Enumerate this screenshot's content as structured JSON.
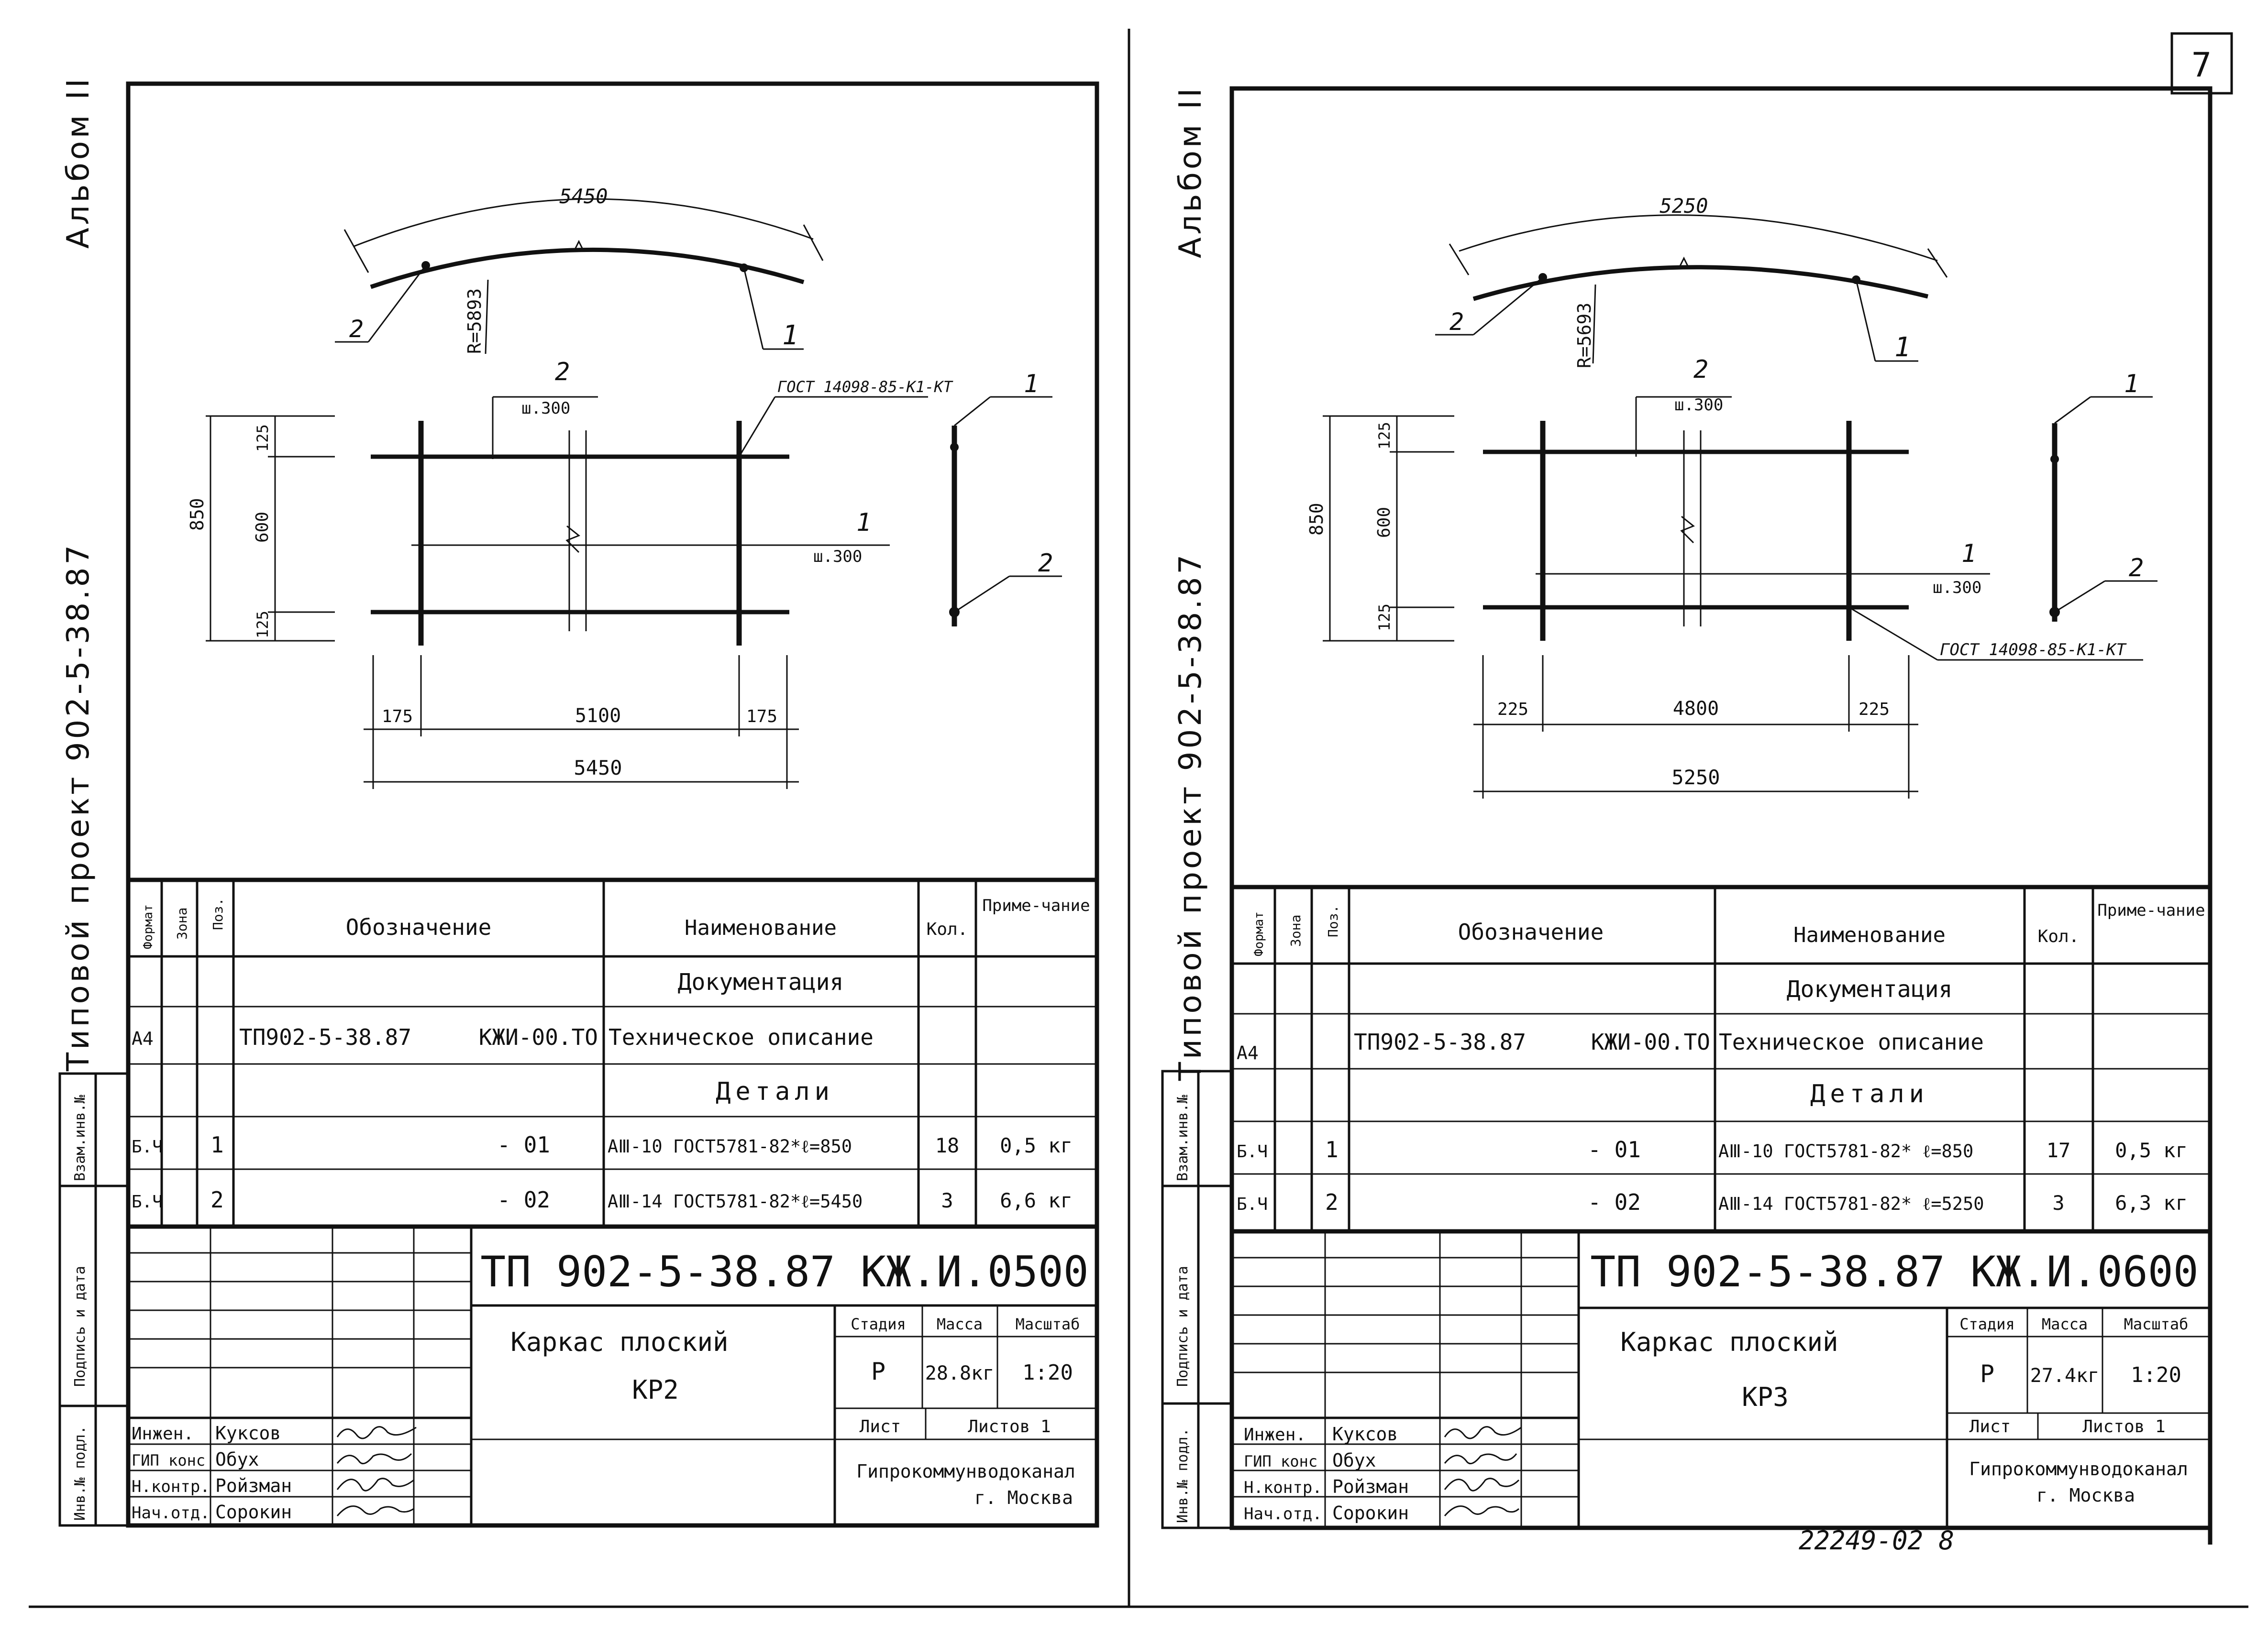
{
  "page_number": "7",
  "footer_code": "22249-02   8",
  "sheets": [
    {
      "album": "Альбом II",
      "side_title": "Типовой проект 902-5-38.87",
      "arc": {
        "length": "5450",
        "radius": "R=5893",
        "pos_left": "2",
        "pos_right": "1"
      },
      "grid": {
        "top_label": "2",
        "top_step": "ш.300",
        "right_label": "1",
        "right_step": "ш.300",
        "gost_label": "ГОСТ 14098-85-К1-КТ",
        "dim_total_h": "850",
        "dim_mid_h": "600",
        "dim_top_h": "125",
        "dim_bot_h": "125",
        "dim_left": "175",
        "dim_mid": "5100",
        "dim_right": "175",
        "dim_total": "5450"
      },
      "side_view": {
        "label_top": "1",
        "label_bottom": "2"
      },
      "spec": {
        "headers": {
          "format": "Формат",
          "zone": "Зона",
          "pos": "Поз.",
          "designation": "Обозначение",
          "name": "Наименование",
          "qty": "Кол.",
          "note": "Приме-чание"
        },
        "section_docs": "Документация",
        "doc_row": {
          "format": "А4",
          "designation": "ТП902-5-38.87",
          "code": "КЖИ-00.ТО",
          "name": "Техническое описание"
        },
        "section_parts": "Детали",
        "rows": [
          {
            "format": "Б.Ч",
            "pos": "1",
            "designation": "- 01",
            "name": "АⅢ-10 ГОСТ5781-82*ℓ=850",
            "qty": "18",
            "note": "0,5 кг"
          },
          {
            "format": "Б.Ч",
            "pos": "2",
            "designation": "- 02",
            "name": "АⅢ-14 ГОСТ5781-82*ℓ=5450",
            "qty": "3",
            "note": "6,6 кг"
          }
        ]
      },
      "title_block": {
        "code": "ТП 902-5-38.87 КЖ.И.0500",
        "name_line1": "Каркас плоский",
        "name_line2": "КР2",
        "stage_label": "Стадия",
        "mass_label": "Масса",
        "scale_label": "Масштаб",
        "stage": "Р",
        "mass": "28.8кг",
        "scale": "1:20",
        "sheet_label": "Лист",
        "sheets_label": "Листов 1",
        "org_line1": "Гипрокоммунводоканал",
        "org_line2": "г. Москва",
        "staff": [
          {
            "role": "Инжен.",
            "name": "Куксов"
          },
          {
            "role": "ГИП конс",
            "name": "Обух"
          },
          {
            "role": "Н.контр.",
            "name": "Ройзман"
          },
          {
            "role": "Нач.отд.",
            "name": "Сорокин"
          }
        ]
      },
      "left_strip": [
        "Инв.№ подл.",
        "Подпись и дата",
        "Взам.инв.№"
      ]
    },
    {
      "album": "Альбом II",
      "side_title": "Типовой проект 902-5-38.87",
      "arc": {
        "length": "5250",
        "radius": "R=5693",
        "pos_left": "2",
        "pos_right": "1"
      },
      "grid": {
        "top_label": "2",
        "top_step": "ш.300",
        "right_label": "1",
        "right_step": "ш.300",
        "gost_label": "ГОСТ 14098-85-К1-КТ",
        "dim_total_h": "850",
        "dim_mid_h": "600",
        "dim_top_h": "125",
        "dim_bot_h": "125",
        "dim_left": "225",
        "dim_mid": "4800",
        "dim_right": "225",
        "dim_total": "5250"
      },
      "side_view": {
        "label_top": "1",
        "label_bottom": "2"
      },
      "spec": {
        "headers": {
          "format": "Формат",
          "zone": "Зона",
          "pos": "Поз.",
          "designation": "Обозначение",
          "name": "Наименование",
          "qty": "Кол.",
          "note": "Приме-чание"
        },
        "section_docs": "Документация",
        "doc_row": {
          "format": "А4",
          "designation": "ТП902-5-38.87",
          "code": "КЖИ-00.ТО",
          "name": "Техническое описание"
        },
        "section_parts": "Детали",
        "rows": [
          {
            "format": "Б.Ч",
            "pos": "1",
            "designation": "- 01",
            "name": "АⅢ-10 ГОСТ5781-82* ℓ=850",
            "qty": "17",
            "note": "0,5 кг"
          },
          {
            "format": "Б.Ч",
            "pos": "2",
            "designation": "- 02",
            "name": "АⅢ-14 ГОСТ5781-82* ℓ=5250",
            "qty": "3",
            "note": "6,3 кг"
          }
        ]
      },
      "title_block": {
        "code": "ТП 902-5-38.87 КЖ.И.0600",
        "name_line1": "Каркас плоский",
        "name_line2": "КР3",
        "stage_label": "Стадия",
        "mass_label": "Масса",
        "scale_label": "Масштаб",
        "stage": "Р",
        "mass": "27.4кг",
        "scale": "1:20",
        "sheet_label": "Лист",
        "sheets_label": "Листов 1",
        "org_line1": "Гипрокоммунводоканал",
        "org_line2": "г. Москва",
        "staff": [
          {
            "role": "Инжен.",
            "name": "Куксов"
          },
          {
            "role": "ГИП конс",
            "name": "Обух"
          },
          {
            "role": "Н.контр.",
            "name": "Ройзман"
          },
          {
            "role": "Нач.отд.",
            "name": "Сорокин"
          }
        ]
      },
      "left_strip": [
        "Инв.№ подл.",
        "Подпись и дата",
        "Взам.инв.№"
      ]
    }
  ]
}
